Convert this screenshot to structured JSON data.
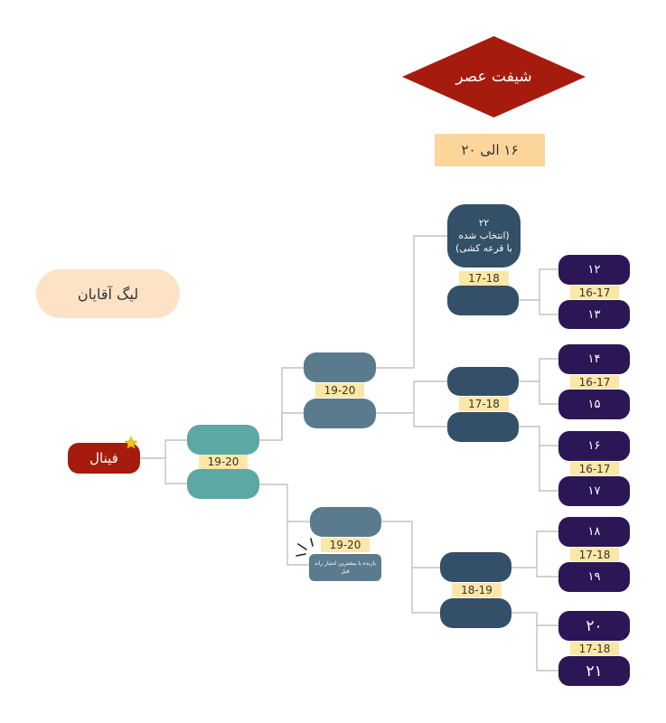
{
  "header": {
    "shift": "شیفت عصر",
    "range": "۱۶ الی ۲۰"
  },
  "league_label": "لیگ آقایان",
  "final_label": "فینال",
  "final_match": {
    "score": "19-20"
  },
  "semifinals": [
    {
      "score": "19-20"
    },
    {
      "score": "19-20",
      "note": "بازنده با بیشترین امتیاز راند قبل"
    }
  ],
  "quarterfinals": [
    {
      "score": "17-18",
      "top_seed": {
        "number": "۲۲",
        "note_1": "(انتخاب شده",
        "note_2": "با قرعه کشی)"
      }
    },
    {
      "score": "17-18"
    },
    {
      "score": "18-19"
    }
  ],
  "first_round": [
    {
      "top": "۱۲",
      "bottom": "۱۳",
      "score": "16-17"
    },
    {
      "top": "۱۴",
      "bottom": "۱۵",
      "score": "16-17"
    },
    {
      "top": "۱۶",
      "bottom": "۱۷",
      "score": "16-17"
    },
    {
      "top": "۱۸",
      "bottom": "۱۹",
      "score": "17-18"
    },
    {
      "top": "۲۰",
      "bottom": "۲۱",
      "score": "17-18"
    }
  ],
  "colors": {
    "final": "#a51c0e",
    "teal": "#5ba8a4",
    "steel": "#5a7b8e",
    "navy": "#344f68",
    "purple": "#2c1655",
    "score_label": "#fde7a6",
    "header_diamond": "#a51c0e"
  }
}
